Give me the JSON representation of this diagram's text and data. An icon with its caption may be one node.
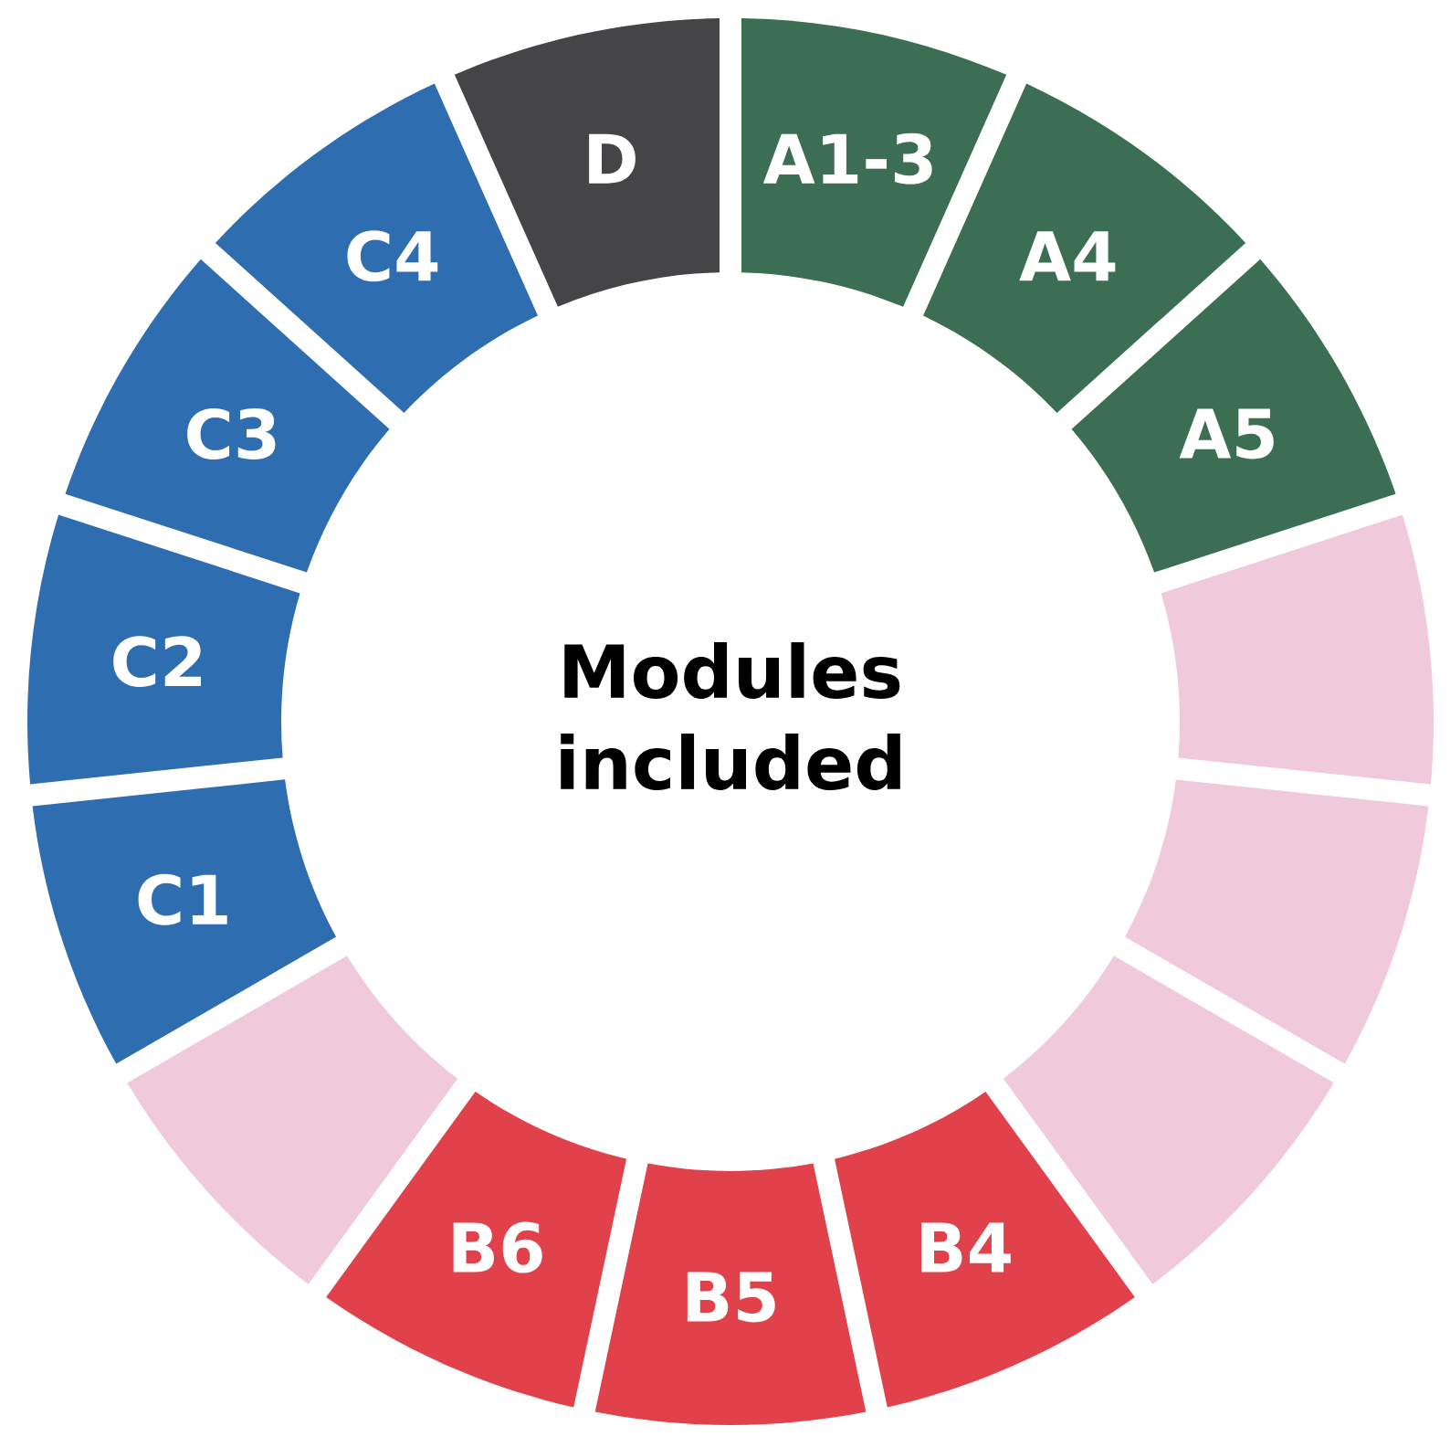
{
  "diagram": {
    "title": "Modules included",
    "nodes": [
      {
        "text": [
          "A1-3"
        ]
      },
      {
        "text": [
          "A4"
        ]
      },
      {
        "text": [
          "A5"
        ]
      },
      {
        "text": [],
        "shape": "segment"
      },
      {
        "text": [],
        "shape": "segment"
      },
      {
        "text": [],
        "shape": "segment"
      },
      {
        "text": [
          "B4"
        ]
      },
      {
        "text": [
          "B5"
        ]
      },
      {
        "text": [
          "B6"
        ]
      },
      {
        "text": [],
        "shape": "segment"
      },
      {
        "text": [
          "C1"
        ]
      },
      {
        "text": [
          "C2"
        ]
      },
      {
        "text": [
          "C3"
        ]
      },
      {
        "text": [
          "C4"
        ]
      },
      {
        "text": [
          "D"
        ]
      }
    ]
  }
}
